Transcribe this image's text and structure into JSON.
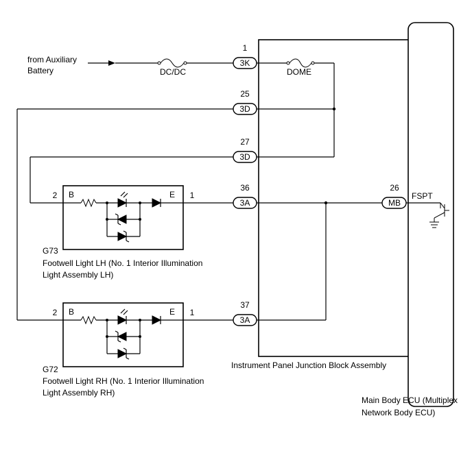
{
  "source": {
    "label_line1": "from Auxiliary",
    "label_line2": "Battery"
  },
  "fuses": {
    "dcdc": "DC/DC",
    "dome": "DOME"
  },
  "junction_block": {
    "name": "Instrument Panel Junction Block Assembly",
    "connectors": [
      {
        "pin": "1",
        "code": "3K"
      },
      {
        "pin": "25",
        "code": "3D"
      },
      {
        "pin": "27",
        "code": "3D"
      },
      {
        "pin": "36",
        "code": "3A"
      },
      {
        "pin": "37",
        "code": "3A"
      }
    ]
  },
  "ecu": {
    "name_line1": "Main Body ECU (Multiplex",
    "name_line2": "Network Body ECU)",
    "connector": {
      "pin": "26",
      "code": "MB"
    },
    "terminal": "FSPT"
  },
  "lights": [
    {
      "code": "G73",
      "name_line1": "Footwell Light LH (No. 1 Interior Illumination",
      "name_line2": "Light Assembly LH)",
      "left_pin": "2",
      "left_terminal": "B",
      "right_pin": "1",
      "right_terminal": "E"
    },
    {
      "code": "G72",
      "name_line1": "Footwell Light RH (No. 1 Interior Illumination",
      "name_line2": "Light Assembly RH)",
      "left_pin": "2",
      "left_terminal": "B",
      "right_pin": "1",
      "right_terminal": "E"
    }
  ]
}
